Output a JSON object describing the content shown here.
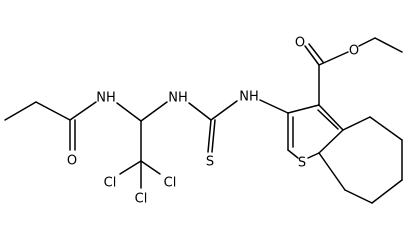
{
  "molecule": {
    "atom_labels": {
      "o_carbonyl_ester": "O",
      "o_ether_ester": "O",
      "nh_thiophene": "NH",
      "s_thiocarbonyl": "S",
      "nh_thiourea": "NH",
      "nh_amide": "NH",
      "o_amide": "O",
      "s_thiophene": "S",
      "cl_left": "Cl",
      "cl_right": "Cl",
      "cl_bottom": "Cl"
    },
    "colors": {
      "bond": "#000000",
      "text": "#000000",
      "background": "#ffffff"
    }
  }
}
